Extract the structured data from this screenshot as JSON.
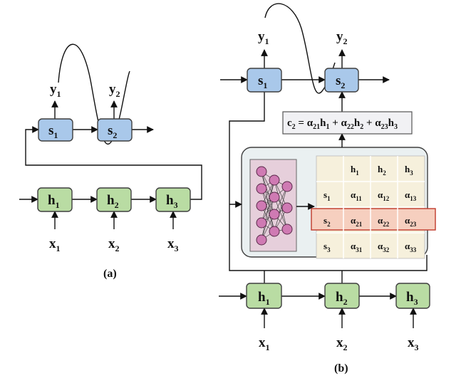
{
  "panel_a": {
    "caption": "(a)",
    "decoder": [
      {
        "label": "s",
        "sub": "1",
        "out": "y",
        "out_sub": "1"
      },
      {
        "label": "s",
        "sub": "2",
        "out": "y",
        "out_sub": "2"
      }
    ],
    "encoder": [
      {
        "label": "h",
        "sub": "1",
        "in": "x",
        "in_sub": "1"
      },
      {
        "label": "h",
        "sub": "2",
        "in": "x",
        "in_sub": "2"
      },
      {
        "label": "h",
        "sub": "3",
        "in": "x",
        "in_sub": "3"
      }
    ]
  },
  "panel_b": {
    "caption": "(b)",
    "decoder": [
      {
        "label": "s",
        "sub": "1",
        "out": "y",
        "out_sub": "1"
      },
      {
        "label": "s",
        "sub": "2",
        "out": "y",
        "out_sub": "2"
      }
    ],
    "context_formula": {
      "c": "c",
      "c_sub": "2",
      "terms": [
        {
          "a": "α",
          "a_sub": "21",
          "h": "h",
          "h_sub": "1"
        },
        {
          "a": "α",
          "a_sub": "22",
          "h": "h",
          "h_sub": "2"
        },
        {
          "a": "α",
          "a_sub": "23",
          "h": "h",
          "h_sub": "3"
        }
      ]
    },
    "attention_matrix": {
      "col_headers": [
        {
          "t": "h",
          "sub": "1"
        },
        {
          "t": "h",
          "sub": "2"
        },
        {
          "t": "h",
          "sub": "3"
        }
      ],
      "rows": [
        {
          "head": {
            "t": "s",
            "sub": "1"
          },
          "cells": [
            {
              "t": "α",
              "sub": "11"
            },
            {
              "t": "α",
              "sub": "12"
            },
            {
              "t": "α",
              "sub": "13"
            }
          ]
        },
        {
          "head": {
            "t": "s",
            "sub": "2"
          },
          "cells": [
            {
              "t": "α",
              "sub": "21"
            },
            {
              "t": "α",
              "sub": "22"
            },
            {
              "t": "α",
              "sub": "23"
            }
          ]
        },
        {
          "head": {
            "t": "s",
            "sub": "3"
          },
          "cells": [
            {
              "t": "α",
              "sub": "31"
            },
            {
              "t": "α",
              "sub": "32"
            },
            {
              "t": "α",
              "sub": "33"
            }
          ]
        }
      ],
      "highlight_row": 1
    },
    "encoder": [
      {
        "label": "h",
        "sub": "1",
        "in": "x",
        "in_sub": "1"
      },
      {
        "label": "h",
        "sub": "2",
        "in": "x",
        "in_sub": "2"
      },
      {
        "label": "h",
        "sub": "3",
        "in": "x",
        "in_sub": "3"
      }
    ]
  },
  "colors": {
    "decoder_fill": "#a9c8ea",
    "encoder_fill": "#b9dca3",
    "attention_panel": "#eaf0f1",
    "network_panel": "#e6cfdb",
    "network_node": "#cf7ab3",
    "matrix_cell": "#f6f0dc",
    "highlight_row": "#f6cfbf"
  }
}
